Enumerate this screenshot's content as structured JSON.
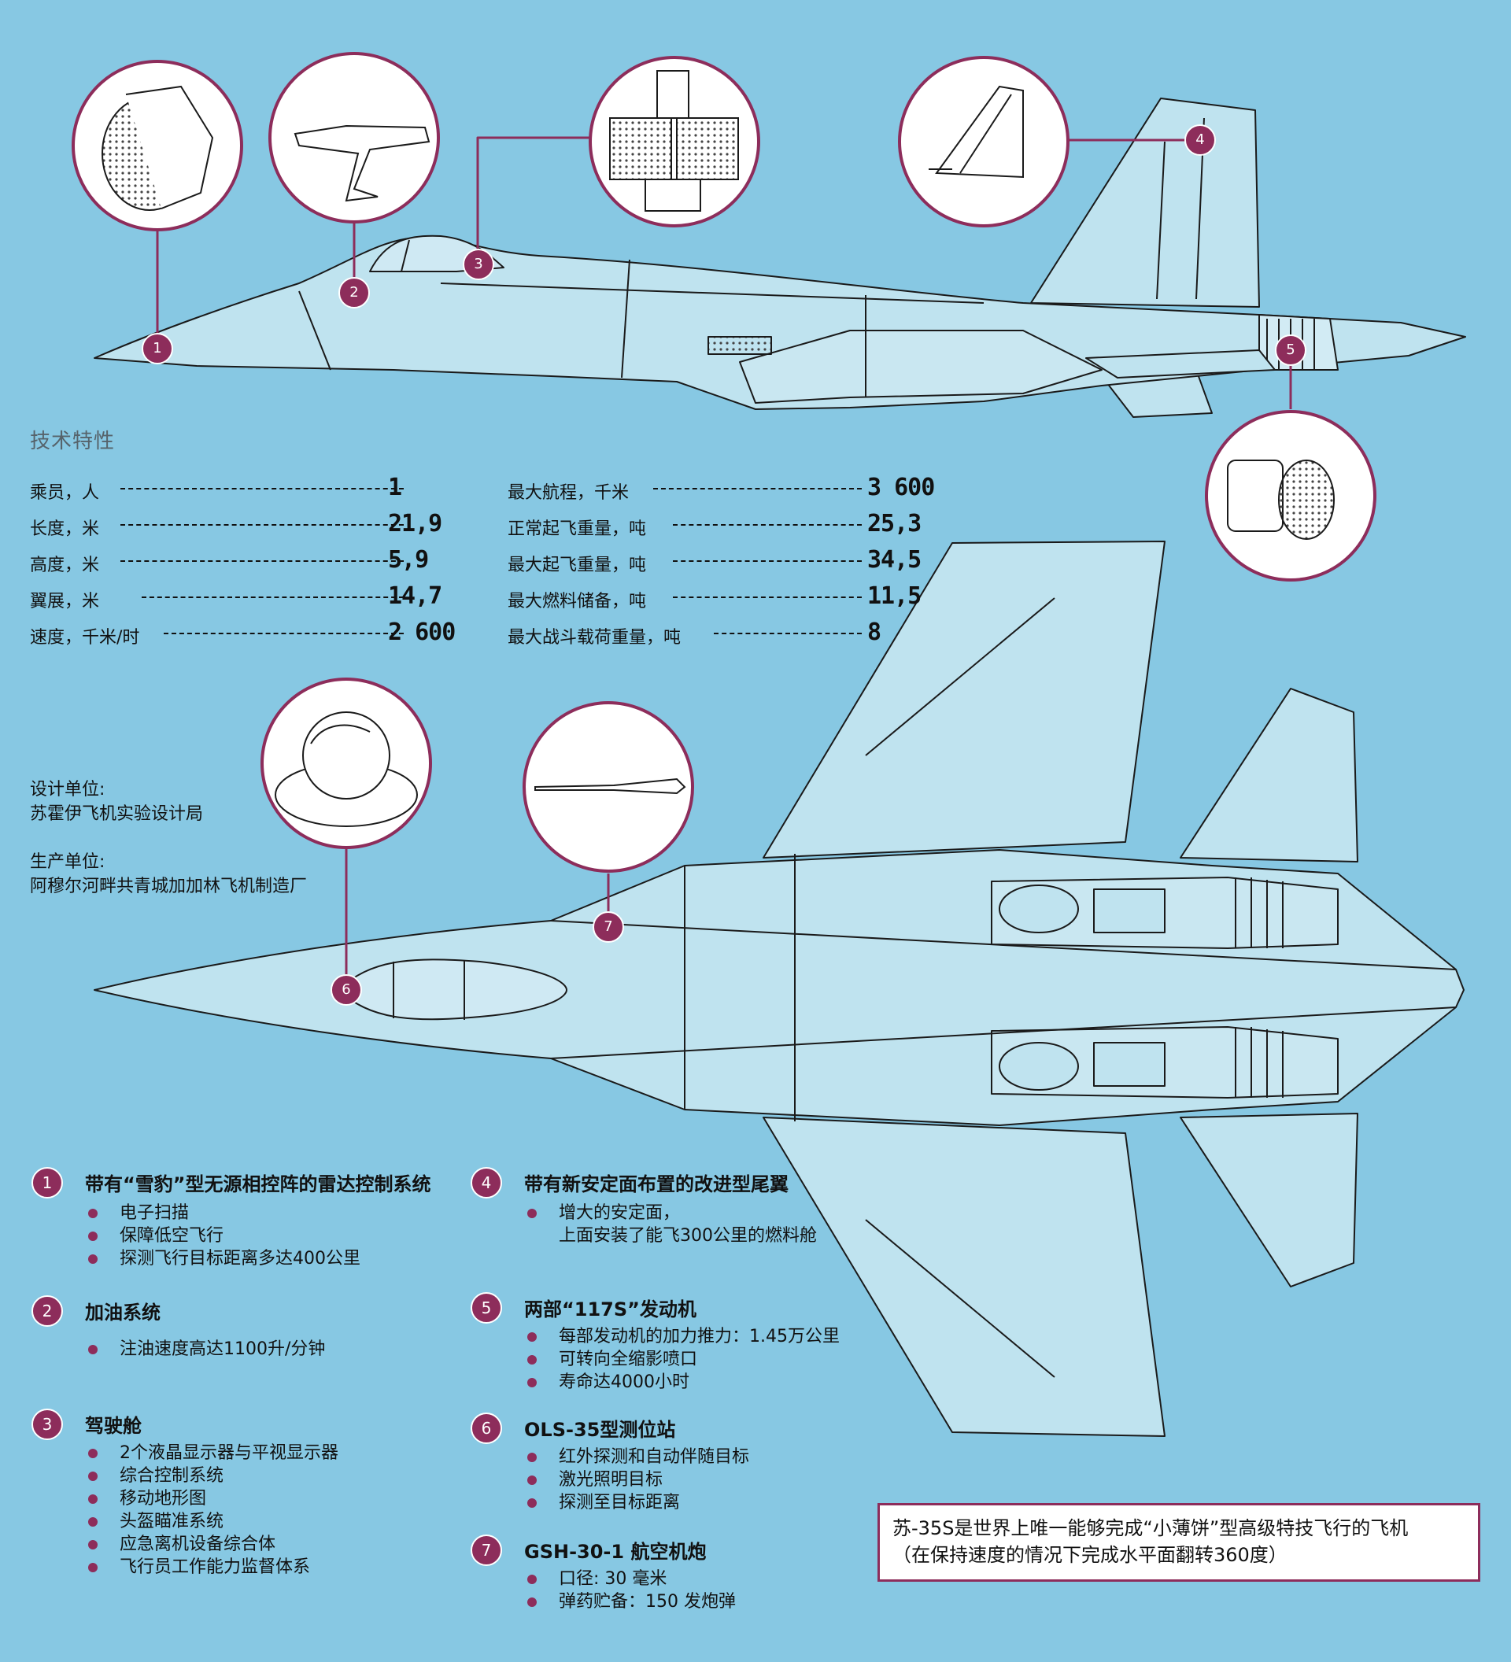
{
  "specs_title": "技术特性",
  "specs_left": [
    {
      "label": "乘员，人",
      "value": "1"
    },
    {
      "label": "长度，米",
      "value": "21,9"
    },
    {
      "label": "高度，米",
      "value": "5,9"
    },
    {
      "label": "翼展，米",
      "value": "14,7"
    },
    {
      "label": "速度，千米/时",
      "value": "2 600"
    }
  ],
  "specs_right": [
    {
      "label": "最大航程，千米",
      "value": "3 600"
    },
    {
      "label": "正常起飞重量，吨",
      "value": "25,3"
    },
    {
      "label": "最大起飞重量，吨",
      "value": "34,5"
    },
    {
      "label": "最大燃料储备，吨",
      "value": "11,5"
    },
    {
      "label": "最大战斗载荷重量，吨",
      "value": "8"
    }
  ],
  "designer": {
    "label": "设计单位:",
    "value": "苏霍伊飞机实验设计局"
  },
  "producer": {
    "label": "生产单位:",
    "value": "阿穆尔河畔共青城加加林飞机制造厂"
  },
  "markers": [
    "1",
    "2",
    "3",
    "4",
    "5",
    "6",
    "7"
  ],
  "features": [
    {
      "num": "1",
      "title": "带有“雪豹”型无源相控阵的雷达控制系统",
      "items": [
        "电子扫描",
        "保障低空飞行",
        "探测飞行目标距离多达400公里"
      ]
    },
    {
      "num": "2",
      "title": "加油系统",
      "items": [
        "注油速度高达1100升/分钟"
      ]
    },
    {
      "num": "3",
      "title": "驾驶舱",
      "items": [
        "2个液晶显示器与平视显示器",
        "综合控制系统",
        "移动地形图",
        "头盔瞄准系统",
        "应急离机设备综合体",
        "飞行员工作能力监督体系"
      ]
    },
    {
      "num": "4",
      "title": "带有新安定面布置的改进型尾翼",
      "items": [
        "增大的安定面，",
        "上面安装了能飞300公里的燃料舱"
      ]
    },
    {
      "num": "5",
      "title": "两部“117S”发动机",
      "items": [
        "每部发动机的加力推力：1.45万公里",
        "可转向全缩影喷口",
        "寿命达4000小时"
      ]
    },
    {
      "num": "6",
      "title": "OLS-35型测位站",
      "items": [
        "红外探测和自动伴随目标",
        "激光照明目标",
        "探测至目标距离"
      ]
    },
    {
      "num": "7",
      "title": "GSH-30-1 航空机炮",
      "items": [
        "口径: 30 毫米",
        "弹药贮备：150 发炮弹"
      ]
    }
  ],
  "note": {
    "line1": "苏-35S是世界上唯一能够完成“小薄饼”型高级特技飞行的飞机",
    "line2": "（在保持速度的情况下完成水平面翻转360度）"
  },
  "colors": {
    "background": "#87c8e3",
    "aircraft": "#bfe3ef",
    "accent": "#8d2d5b",
    "line": "#1a1a1a"
  }
}
